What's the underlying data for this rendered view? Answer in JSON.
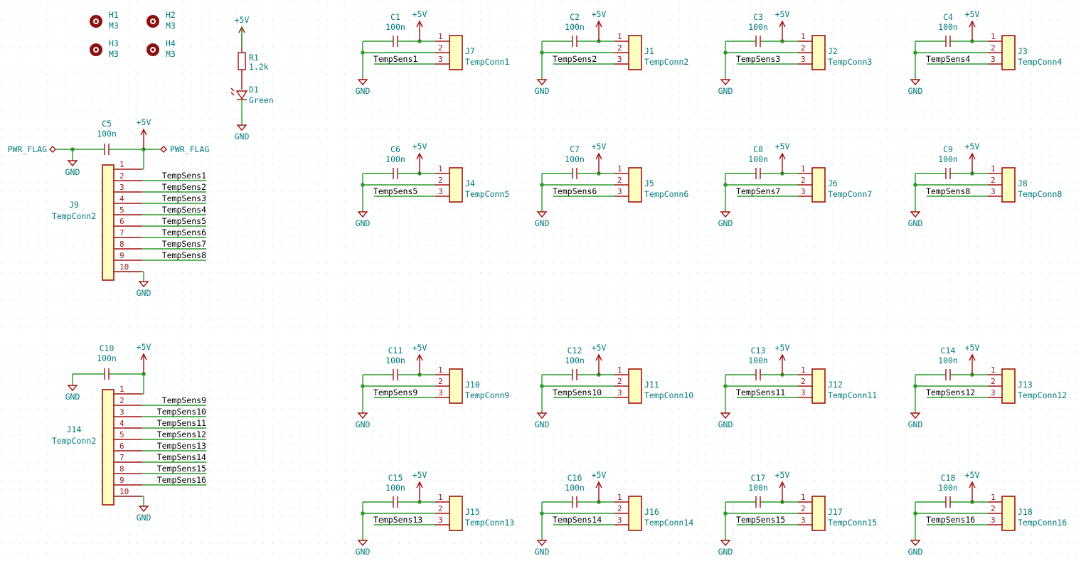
{
  "colors": {
    "wire": "#2a9a2a",
    "part": "#a01010",
    "text": "#007a7a",
    "fill": "#ffffc2",
    "grid": "#c8c8c8"
  },
  "symbols": {
    "vcc": "+5V",
    "gnd": "GND",
    "pwr_flag": "PWR_FLAG"
  },
  "mounting_holes": [
    {
      "ref": "H1",
      "value": "M3"
    },
    {
      "ref": "H2",
      "value": "M3"
    },
    {
      "ref": "H3",
      "value": "M3"
    },
    {
      "ref": "H4",
      "value": "M3"
    }
  ],
  "led_circuit": {
    "resistor": {
      "ref": "R1",
      "value": "1.2k"
    },
    "led": {
      "ref": "D1",
      "value": "Green"
    }
  },
  "connectors": [
    {
      "cap": "C1",
      "cap_value": "100n",
      "ref": "J7",
      "value": "TempConn1",
      "signal": "TempSens1"
    },
    {
      "cap": "C2",
      "cap_value": "100n",
      "ref": "J1",
      "value": "TempConn2",
      "signal": "TempSens2"
    },
    {
      "cap": "C3",
      "cap_value": "100n",
      "ref": "J2",
      "value": "TempConn3",
      "signal": "TempSens3"
    },
    {
      "cap": "C4",
      "cap_value": "100n",
      "ref": "J3",
      "value": "TempConn4",
      "signal": "TempSens4"
    },
    {
      "cap": "C6",
      "cap_value": "100n",
      "ref": "J4",
      "value": "TempConn5",
      "signal": "TempSens5"
    },
    {
      "cap": "C7",
      "cap_value": "100n",
      "ref": "J5",
      "value": "TempConn6",
      "signal": "TempSens6"
    },
    {
      "cap": "C8",
      "cap_value": "100n",
      "ref": "J6",
      "value": "TempConn7",
      "signal": "TempSens7"
    },
    {
      "cap": "C9",
      "cap_value": "100n",
      "ref": "J8",
      "value": "TempConn8",
      "signal": "TempSens8"
    },
    {
      "cap": "C11",
      "cap_value": "100n",
      "ref": "J10",
      "value": "TempConn9",
      "signal": "TempSens9"
    },
    {
      "cap": "C12",
      "cap_value": "100n",
      "ref": "J11",
      "value": "TempConn10",
      "signal": "TempSens10"
    },
    {
      "cap": "C13",
      "cap_value": "100n",
      "ref": "J12",
      "value": "TempConn11",
      "signal": "TempSens11"
    },
    {
      "cap": "C14",
      "cap_value": "100n",
      "ref": "J13",
      "value": "TempConn12",
      "signal": "TempSens12"
    },
    {
      "cap": "C15",
      "cap_value": "100n",
      "ref": "J15",
      "value": "TempConn13",
      "signal": "TempSens13"
    },
    {
      "cap": "C16",
      "cap_value": "100n",
      "ref": "J16",
      "value": "TempConn14",
      "signal": "TempSens14"
    },
    {
      "cap": "C17",
      "cap_value": "100n",
      "ref": "J17",
      "value": "TempConn15",
      "signal": "TempSens15"
    },
    {
      "cap": "C18",
      "cap_value": "100n",
      "ref": "J18",
      "value": "TempConn16",
      "signal": "TempSens16"
    }
  ],
  "headers": [
    {
      "ref": "J9",
      "value": "TempConn2",
      "cap": "C5",
      "cap_value": "100n",
      "pwr_flags": true,
      "signals": [
        "TempSens1",
        "TempSens2",
        "TempSens3",
        "TempSens4",
        "TempSens5",
        "TempSens6",
        "TempSens7",
        "TempSens8"
      ]
    },
    {
      "ref": "J14",
      "value": "TempConn2",
      "cap": "C10",
      "cap_value": "100n",
      "pwr_flags": false,
      "signals": [
        "TempSens9",
        "TempSens10",
        "TempSens11",
        "TempSens12",
        "TempSens13",
        "TempSens14",
        "TempSens15",
        "TempSens16"
      ]
    }
  ]
}
